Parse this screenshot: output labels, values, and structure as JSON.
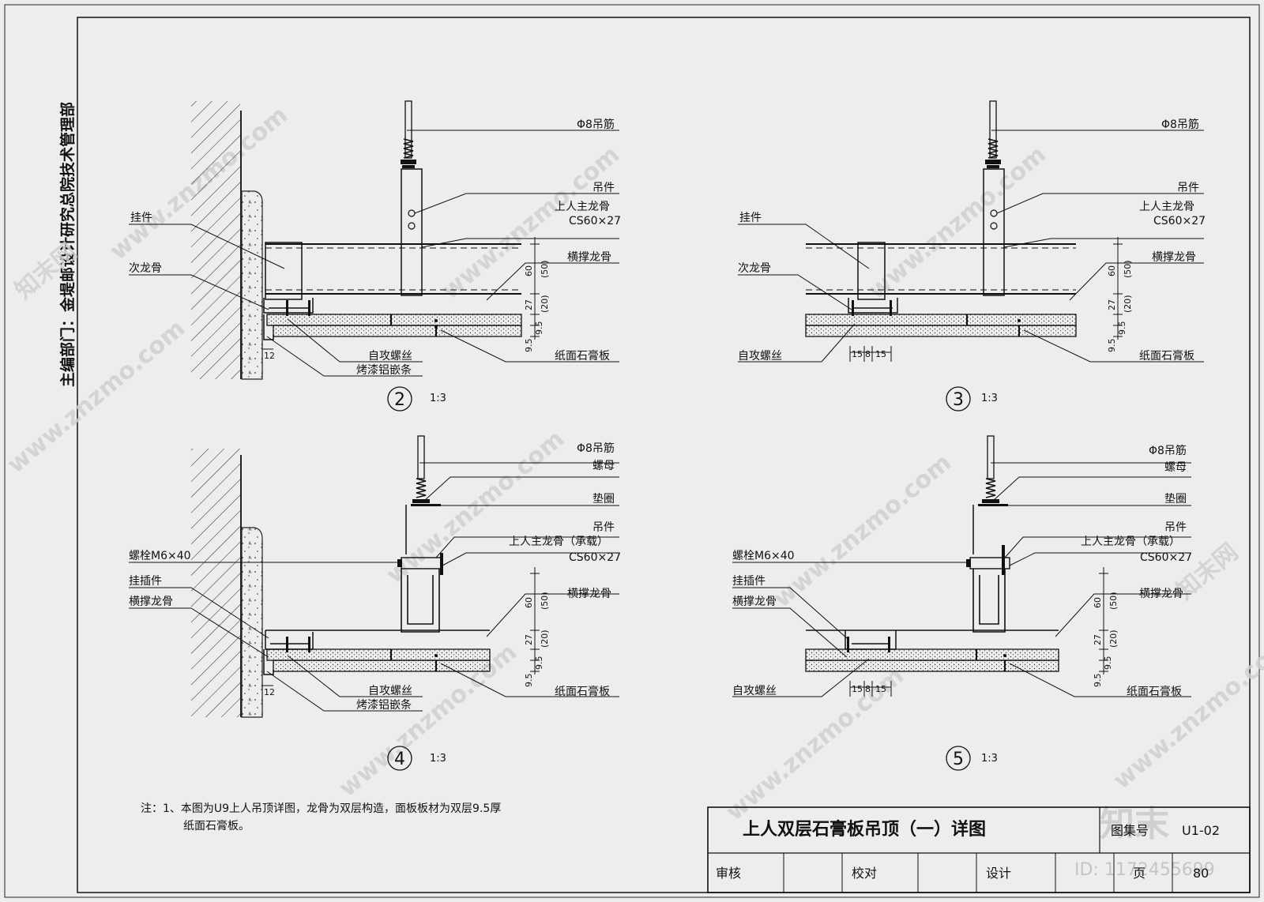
{
  "side_text": "主编部门：金堤邮设计研究总院技术管理部",
  "title_block": {
    "title": "上人双层石膏板吊顶（一）详图",
    "atlas_label": "图集号",
    "atlas_no": "U1-02",
    "review_label": "审核",
    "check_label": "校对",
    "design_label": "设计",
    "page_label": "页",
    "page_no": "80"
  },
  "notes": {
    "line1": "注：1、本图为U9上人吊顶详图，龙骨为双层构造，面板板材为双层9.5厚",
    "line2": "纸面石膏板。"
  },
  "details": {
    "d2": {
      "number": "2",
      "scale": "1:3",
      "hanger_rod": "Φ8吊筋",
      "hanger": "吊件",
      "main_keel": "上人主龙骨",
      "main_keel_spec": "CS60×27",
      "brace_keel": "横撑龙骨",
      "clip": "挂件",
      "sub_keel": "次龙骨",
      "gypsum": "纸面石膏板",
      "screw": "自攻螺丝",
      "alu_strip": "烤漆铝嵌条",
      "dim_60": "60",
      "dim_50": "(50)",
      "dim_27": "27",
      "dim_20": "(20)",
      "dim_95a": "9.5",
      "dim_95b": "9.5",
      "dim_12": "12"
    },
    "d3": {
      "number": "3",
      "scale": "1:3",
      "hanger_rod": "Φ8吊筋",
      "hanger": "吊件",
      "main_keel": "上人主龙骨",
      "main_keel_spec": "CS60×27",
      "brace_keel": "横撑龙骨",
      "clip": "挂件",
      "sub_keel": "次龙骨",
      "gypsum": "纸面石膏板",
      "screw": "自攻螺丝",
      "dim_60": "60",
      "dim_50": "(50)",
      "dim_27": "27",
      "dim_20": "(20)",
      "dim_95a": "9.5",
      "dim_95b": "9.5",
      "dim_15a": "15",
      "dim_8": "8",
      "dim_15b": "15"
    },
    "d4": {
      "number": "4",
      "scale": "1:3",
      "hanger_rod": "Φ8吊筋",
      "nut": "螺母",
      "washer": "垫圈",
      "hanger": "吊件",
      "main_keel": "上人主龙骨（承载）",
      "main_keel_spec": "CS60×27",
      "bolt": "螺栓M6×40",
      "insert": "挂插件",
      "brace_keel_left": "横撑龙骨",
      "brace_keel": "横撑龙骨",
      "gypsum": "纸面石膏板",
      "screw": "自攻螺丝",
      "alu_strip": "烤漆铝嵌条",
      "dim_60": "60",
      "dim_50": "(50)",
      "dim_27": "27",
      "dim_20": "(20)",
      "dim_95a": "9.5",
      "dim_95b": "9.5",
      "dim_12": "12"
    },
    "d5": {
      "number": "5",
      "scale": "1:3",
      "hanger_rod": "Φ8吊筋",
      "nut": "螺母",
      "washer": "垫圈",
      "hanger": "吊件",
      "main_keel": "上人主龙骨（承载）",
      "main_keel_spec": "CS60×27",
      "bolt": "螺栓M6×40",
      "insert": "挂插件",
      "brace_keel_left": "横撑龙骨",
      "brace_keel": "横撑龙骨",
      "gypsum": "纸面石膏板",
      "screw": "自攻螺丝",
      "dim_60": "60",
      "dim_50": "(50)",
      "dim_27": "27",
      "dim_20": "(20)",
      "dim_95a": "9.5",
      "dim_95b": "9.5",
      "dim_15a": "15",
      "dim_8": "8",
      "dim_15b": "15"
    }
  },
  "watermark": {
    "site": "www.znzmo.com",
    "brand": "知末网",
    "logo": "知末",
    "id": "ID: 1172455699"
  },
  "colors": {
    "line": "#111111",
    "paper": "#ededed",
    "watermark": "#c8c8c8"
  }
}
